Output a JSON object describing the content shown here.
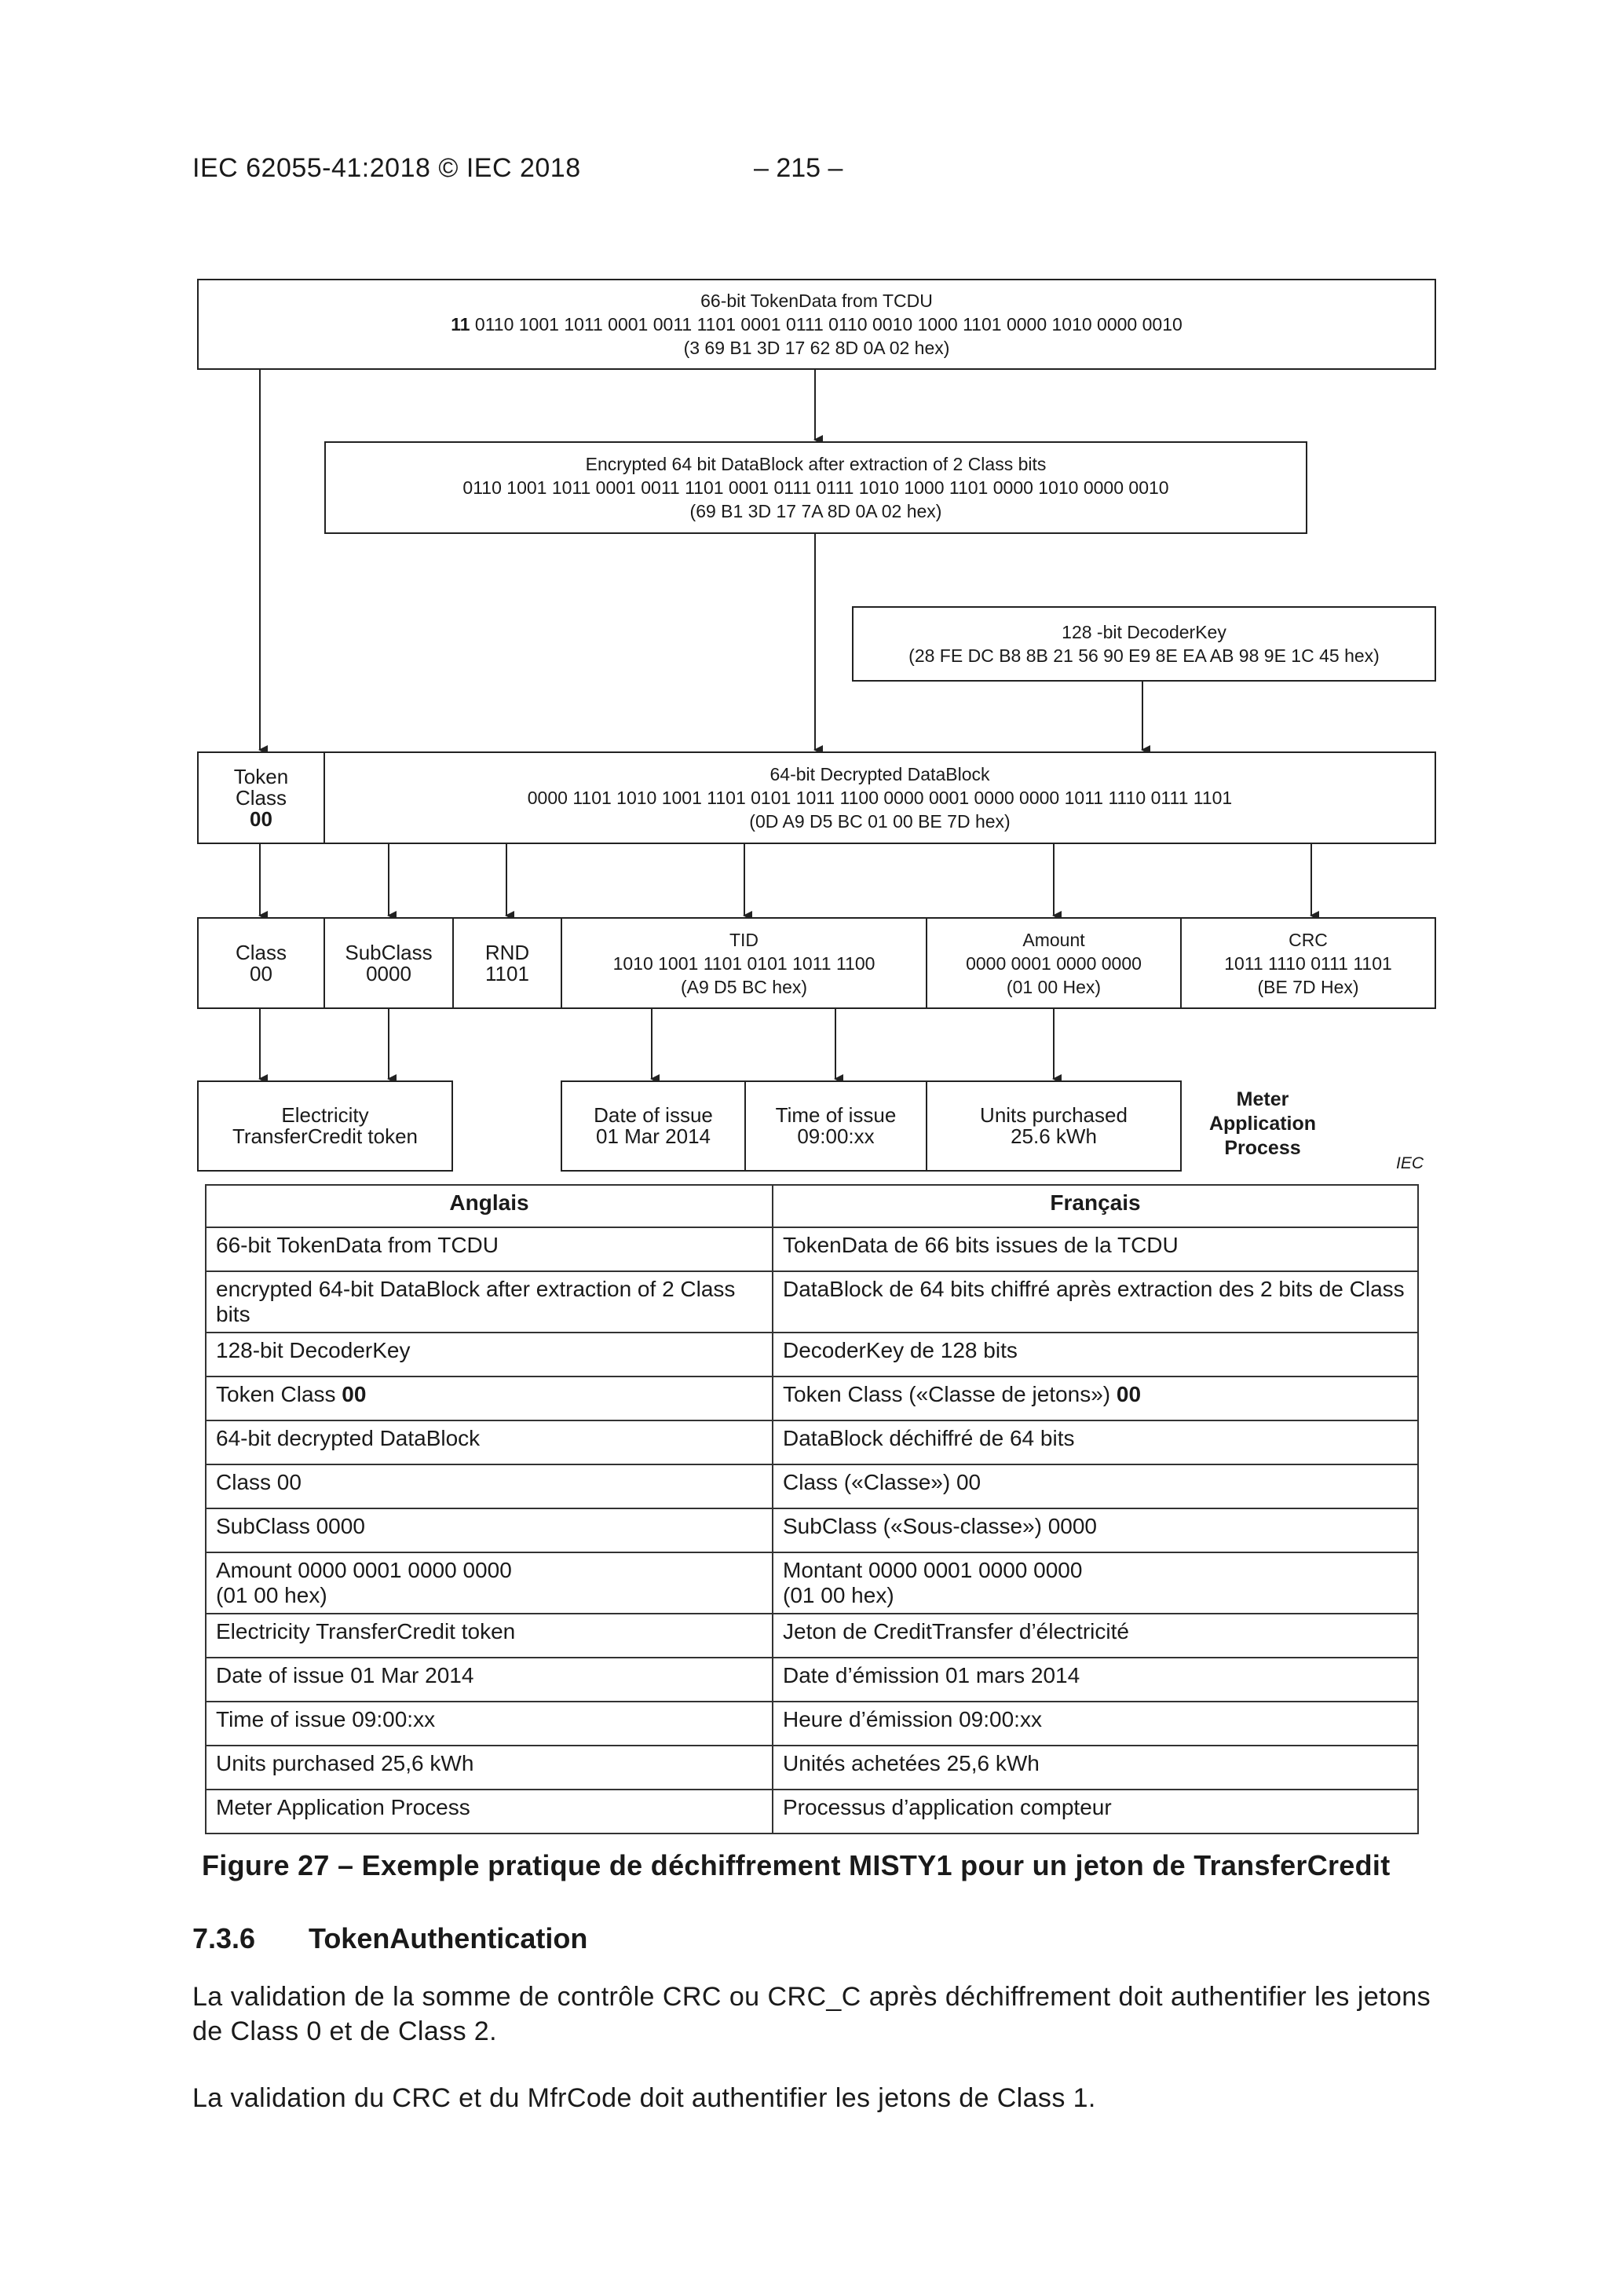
{
  "page_header": {
    "left": "IEC 62055-41:2018 © IEC 2018",
    "center": "– 215 –"
  },
  "figure": {
    "token_data": {
      "title": "66-bit TokenData from TCDU",
      "bits_prefix": "11",
      "bits_rest": " 0110 1001 1011 0001 0011 1101 0001 0111 0110 0010 1000 1101 0000 1010 0000 0010",
      "hex": "(3 69 B1 3D 17 62 8D 0A 02 hex)"
    },
    "encrypted": {
      "title": "Encrypted 64 bit DataBlock after extraction of 2 Class bits",
      "bits": "0110 1001 1011 0001 0011 1101 0001 0111 0111 1010 1000 1101 0000 1010 0000 0010",
      "hex": "(69 B1 3D 17 7A 8D 0A 02 hex)"
    },
    "decoder_key": {
      "title": "128 -bit DecoderKey",
      "hex": "(28 FE DC B8 8B 21 56 90 E9 8E EA AB 98 9E 1C 45 hex)"
    },
    "token_class": {
      "line1": "Token",
      "line2": "Class",
      "value": "00"
    },
    "decrypted": {
      "title": "64-bit Decrypted  DataBlock",
      "bits": "0000 1101 1010 1001 1101 0101 1011 1100 0000 0001 0000 0000 1011 1110 0111 1101",
      "hex": "(0D A9 D5 BC 01 00 BE 7D hex)"
    },
    "fields": {
      "class": {
        "label": "Class",
        "value": "00"
      },
      "subclass": {
        "label": "SubClass",
        "value": "0000"
      },
      "rnd": {
        "label": "RND",
        "value": "1101"
      },
      "tid": {
        "label": "TID",
        "bits": "1010 1001 1101 0101 1011 1100",
        "hex": "(A9 D5 BC hex)"
      },
      "amount": {
        "label": "Amount",
        "bits": "0000 0001 0000 0000",
        "hex": "(01 00 Hex)"
      },
      "crc": {
        "label": "CRC",
        "bits": "1011 1110 0111 1101",
        "hex": "(BE 7D Hex)"
      }
    },
    "results": {
      "token": {
        "line1": "Electricity",
        "line2": "TransferCredit token"
      },
      "date": {
        "line1": "Date of issue",
        "line2": "01 Mar 2014"
      },
      "time": {
        "line1": "Time of issue",
        "line2": "09:00:xx"
      },
      "units": {
        "line1": "Units purchased",
        "line2": "25.6 kWh"
      }
    },
    "meter_process": {
      "line1": "Meter",
      "line2": "Application",
      "line3": "Process"
    },
    "iec_mark": "IEC"
  },
  "table": {
    "headers": [
      "Anglais",
      "Français"
    ],
    "rows": [
      {
        "en": "66-bit TokenData from TCDU",
        "fr": "TokenData de 66 bits issues de la TCDU"
      },
      {
        "en": "encrypted 64-bit DataBlock after extraction of 2 Class bits",
        "fr": "DataBlock de 64 bits chiffré après extraction des 2 bits de Class"
      },
      {
        "en": "128-bit DecoderKey",
        "fr": "DecoderKey de 128 bits"
      },
      {
        "en": "Token Class ",
        "en_bold": "00",
        "fr": "Token Class («Classe de jetons») ",
        "fr_bold": "00"
      },
      {
        "en": "64-bit decrypted DataBlock",
        "fr": "DataBlock déchiffré de 64 bits"
      },
      {
        "en": "Class 00",
        "fr": "Class («Classe») 00"
      },
      {
        "en": "SubClass 0000",
        "fr": "SubClass («Sous-classe») 0000"
      },
      {
        "en": "Amount 0000 0001 0000 0000",
        "en2": "(01 00 hex)",
        "fr": "Montant 0000 0001 0000 0000",
        "fr2": "(01 00 hex)"
      },
      {
        "en": "Electricity TransferCredit token",
        "fr": "Jeton de CreditTransfer d’électricité"
      },
      {
        "en": "Date of issue 01 Mar 2014",
        "fr": "Date d’émission 01 mars 2014"
      },
      {
        "en": "Time of issue 09:00:xx",
        "fr": "Heure d’émission 09:00:xx"
      },
      {
        "en": "Units purchased 25,6 kWh",
        "fr": "Unités achetées 25,6 kWh"
      },
      {
        "en": "Meter Application Process",
        "fr": "Processus d’application compteur"
      }
    ]
  },
  "caption": "Figure 27 – Exemple pratique de déchiffrement MISTY1 pour un jeton de TransferCredit",
  "section": {
    "number": "7.3.6",
    "title": "TokenAuthentication"
  },
  "paragraphs": [
    "La validation de la somme de contrôle CRC ou CRC_C après déchiffrement doit authentifier les jetons de Class 0 et de Class 2.",
    "La validation du CRC et du MfrCode doit authentifier les jetons de Class 1."
  ]
}
